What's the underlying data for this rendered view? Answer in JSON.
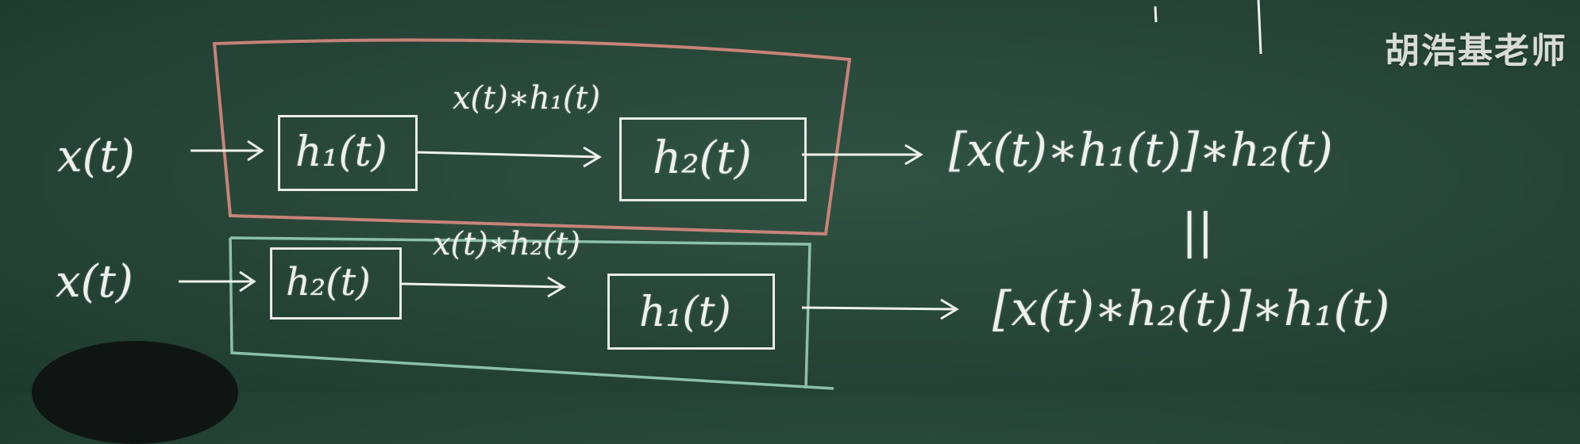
{
  "watermark": "胡浩基老师",
  "row1": {
    "input": "x(t)",
    "block1": "h₁(t)",
    "mid_label": "x(t)∗h₁(t)",
    "block2": "h₂(t)",
    "output": "[x(t)∗h₁(t)]∗h₂(t)"
  },
  "equal_sign": "||",
  "row2": {
    "input": "x(t)",
    "block1": "h₂(t)",
    "mid_label": "x(t)∗h₂(t)",
    "block2": "h₁(t)",
    "output": "[x(t)∗h₂(t)]∗h₁(t)"
  }
}
